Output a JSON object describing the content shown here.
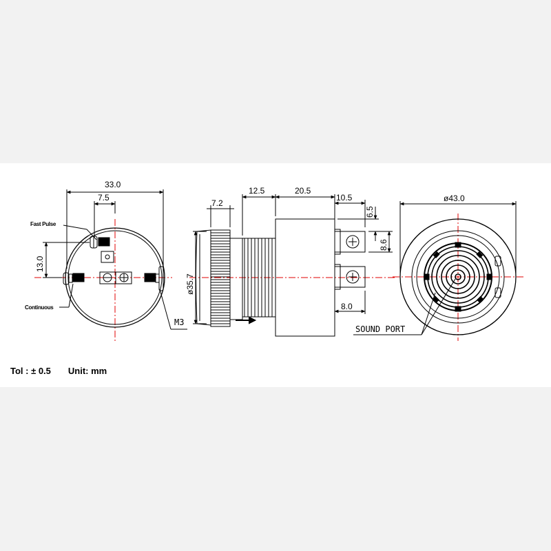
{
  "front_view": {
    "width_dim": "33.0",
    "pitch_dim": "7.5",
    "height_dim": "13.0",
    "label_fast_pulse": "Fast Pulse",
    "label_continuous": "Continuous",
    "screw_dim": "M3"
  },
  "side_view": {
    "flange_dim": "7.2",
    "diameter_dim": "ø35.7",
    "body_dim_1": "12.5",
    "body_dim_2": "20.5",
    "terminal_len_dim": "10.5",
    "terminal_offset_dim": "6.5",
    "terminal_gap_dim": "8.6",
    "terminal_width_dim": "8.0"
  },
  "rear_view": {
    "diameter_dim": "ø43.0",
    "sound_port_label": "SOUND PORT"
  },
  "footer": {
    "tolerance": "Tol : ± 0.5",
    "unit": "Unit: mm"
  },
  "colors": {
    "line": "#000000",
    "centerline": "#e00000",
    "panel": "#ffffff",
    "background": "#f2f2f2"
  }
}
